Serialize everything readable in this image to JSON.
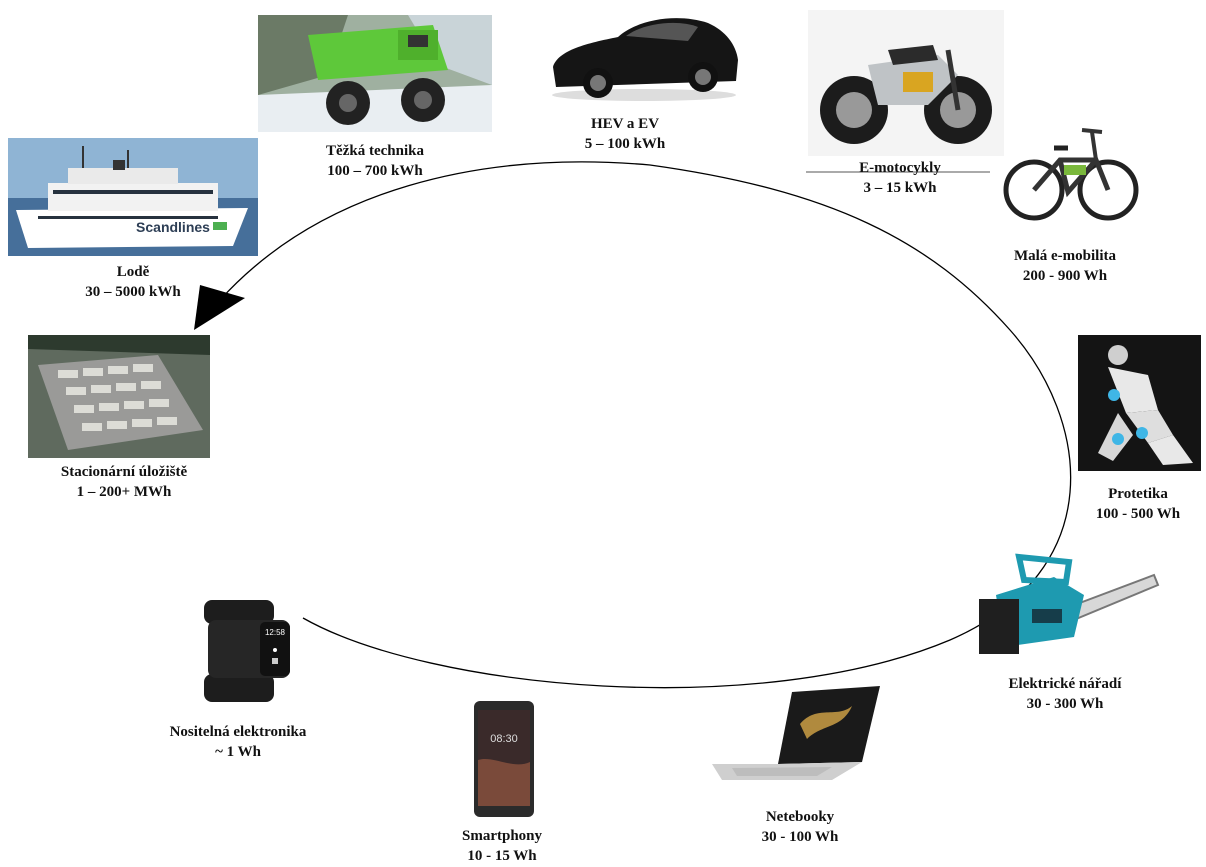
{
  "items": [
    {
      "name": "HEV a EV",
      "value": "5 – 100 kWh",
      "icon": "car-icon"
    },
    {
      "name": "E-motocykly",
      "value": "3 – 15 kWh",
      "icon": "motorcycle-icon"
    },
    {
      "name": "Malá e-mobilita",
      "value": "200 - 900 Wh",
      "icon": "bicycle-icon"
    },
    {
      "name": "Protetika",
      "value": "100 - 500 Wh",
      "icon": "exoskeleton-icon"
    },
    {
      "name": "Elektrické nářadí",
      "value": "30 - 300 Wh",
      "icon": "chainsaw-icon"
    },
    {
      "name": "Netebooky",
      "value": "30 - 100 Wh",
      "icon": "laptop-icon"
    },
    {
      "name": "Smartphony",
      "value": "10 - 15 Wh",
      "icon": "smartphone-icon"
    },
    {
      "name": "Nositelná elektronika",
      "value": "~ 1 Wh",
      "icon": "smartwatch-icon"
    },
    {
      "name": "Stacionární úložiště",
      "value": "1 – 200+ MWh",
      "icon": "battery-storage-icon"
    },
    {
      "name": "Lodě",
      "value": "30 – 5000 kWh",
      "icon": "ship-icon"
    },
    {
      "name": "Těžká technika",
      "value": "100 – 700 kWh",
      "icon": "dump-truck-icon"
    }
  ],
  "ship_brand": "Scandlines",
  "watch_time": "12:58",
  "phone_time": "08:30"
}
